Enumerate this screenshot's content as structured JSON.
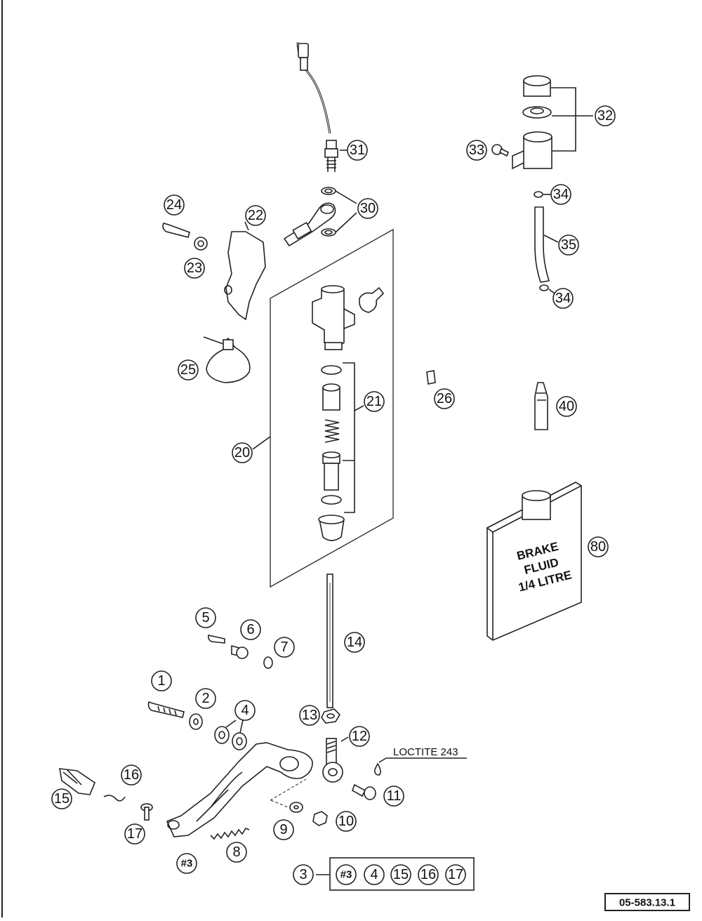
{
  "callouts": {
    "n1": "1",
    "n2": "2",
    "n3": "3",
    "n4": "4",
    "n5": "5",
    "n6": "6",
    "n7": "7",
    "n8": "8",
    "n9": "9",
    "n10": "10",
    "n11": "11",
    "n12": "12",
    "n13": "13",
    "n14": "14",
    "n15": "15",
    "n16": "16",
    "n17": "17",
    "n20": "20",
    "n21": "21",
    "n22": "22",
    "n23": "23",
    "n24": "24",
    "n25": "25",
    "n26": "26",
    "n30": "30",
    "n31": "31",
    "n32": "32",
    "n33": "33",
    "n34": "34",
    "n35": "35",
    "n40": "40",
    "n80": "80",
    "h3": "#3"
  },
  "kit": {
    "label": "3",
    "items": [
      "#3",
      "4",
      "15",
      "16",
      "17"
    ]
  },
  "loctite_note": "LOCTITE 243",
  "brake_fluid": {
    "line1": "BRAKE",
    "line2": "FLUID",
    "line3": "1/4 LITRE"
  },
  "drawing_number": "05-583.13.1"
}
